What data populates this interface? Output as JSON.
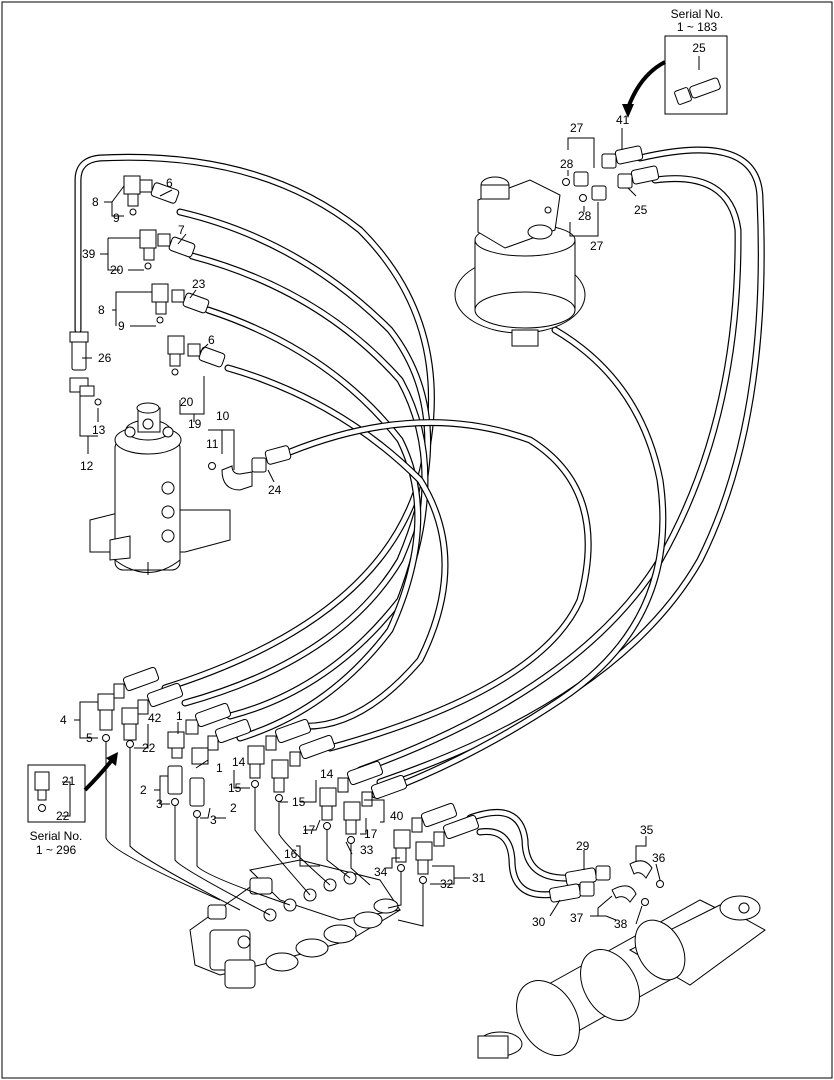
{
  "inset_top": {
    "serial_title": "Serial No.",
    "serial_range": "1 ~ 183",
    "part_label": "25"
  },
  "inset_bottom": {
    "part_label_a": "21",
    "part_label_b": "22",
    "serial_title": "Serial No.",
    "serial_range": "1 ~ 296"
  },
  "callouts": {
    "c6a": "6",
    "c8a": "8",
    "c9a": "9",
    "c7": "7",
    "c39": "39",
    "c20a": "20",
    "c23": "23",
    "c8b": "8",
    "c9b": "9",
    "c6b": "6",
    "c26": "26",
    "c20b": "20",
    "c19": "19",
    "c10": "10",
    "c11": "11",
    "c13": "13",
    "c12": "12",
    "c24": "24",
    "c27a": "27",
    "c28a": "28",
    "c41": "41",
    "c28b": "28",
    "c25": "25",
    "c27b": "27",
    "c4": "4",
    "c5": "5",
    "c42": "42",
    "c22": "22",
    "c1a": "1",
    "c1b": "1",
    "c2a": "2",
    "c3a": "3",
    "c3b": "3",
    "c2b": "2",
    "c14a": "14",
    "c14b": "14",
    "c15a": "15",
    "c15b": "15",
    "c40": "40",
    "c17a": "17",
    "c17b": "17",
    "c16": "16",
    "c33": "33",
    "c34": "34",
    "c32": "32",
    "c31": "31",
    "c29": "29",
    "c35": "35",
    "c36": "36",
    "c30": "30",
    "c37": "37",
    "c38": "38"
  }
}
